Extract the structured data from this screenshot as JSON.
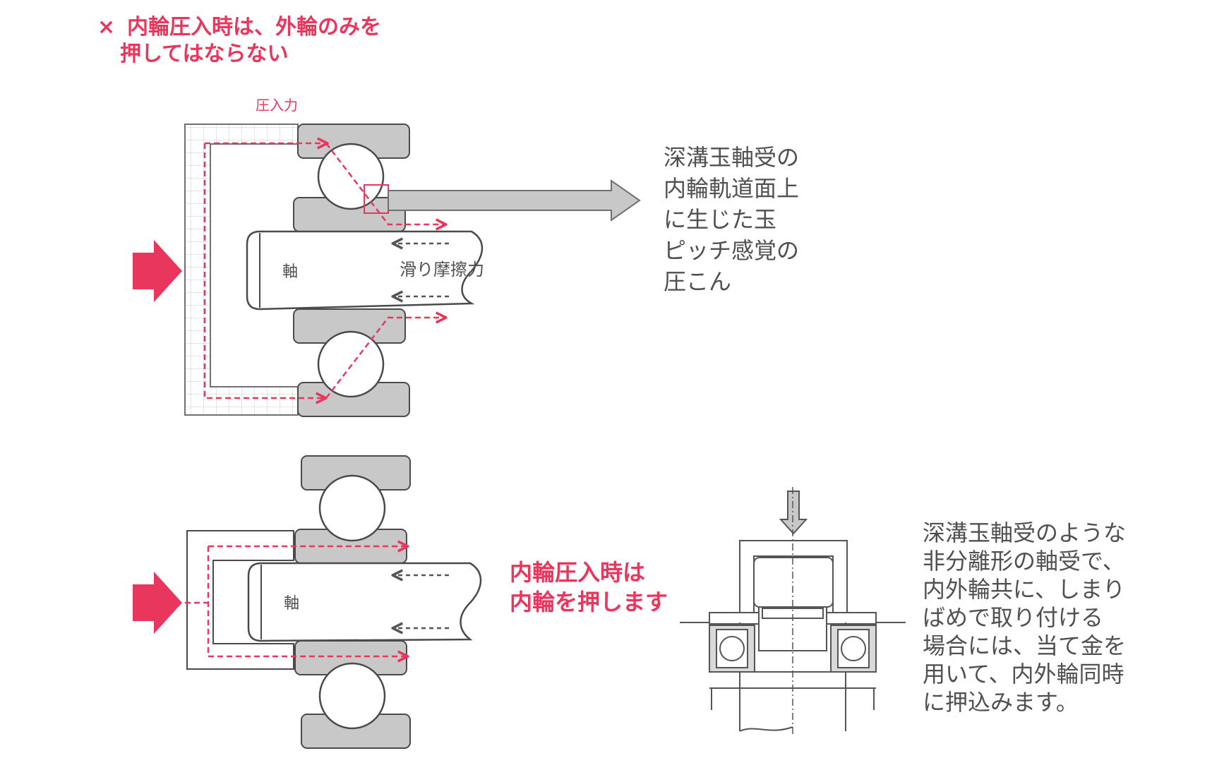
{
  "warning": {
    "mark": "×",
    "line1": "内輪圧入時は、外輪のみを",
    "line2": "押してはならない"
  },
  "top_diagram": {
    "force_label": "圧入力",
    "shaft_label": "軸",
    "friction_label": "滑り摩擦力",
    "callout_lines": [
      "深溝玉軸受の",
      "内輪軌道面上",
      "に生じた玉",
      "ピッチ感覚の",
      "圧こん"
    ]
  },
  "bottom_diagram": {
    "shaft_label": "軸",
    "correct_lines": [
      "内輪圧入時は",
      "内輪を押します"
    ]
  },
  "side_note": {
    "lines": [
      "深溝玉軸受のような",
      "非分離形の軸受で、",
      "内外輪共に、しまり",
      "ばめで取り付ける",
      "場合には、当て金を",
      "用いて、内外輪同時",
      "に押込みます。"
    ]
  },
  "colors": {
    "accent": "#e8365d",
    "part_fill": "#c8c8c8",
    "outline": "#4a4a4a",
    "text": "#505050"
  }
}
